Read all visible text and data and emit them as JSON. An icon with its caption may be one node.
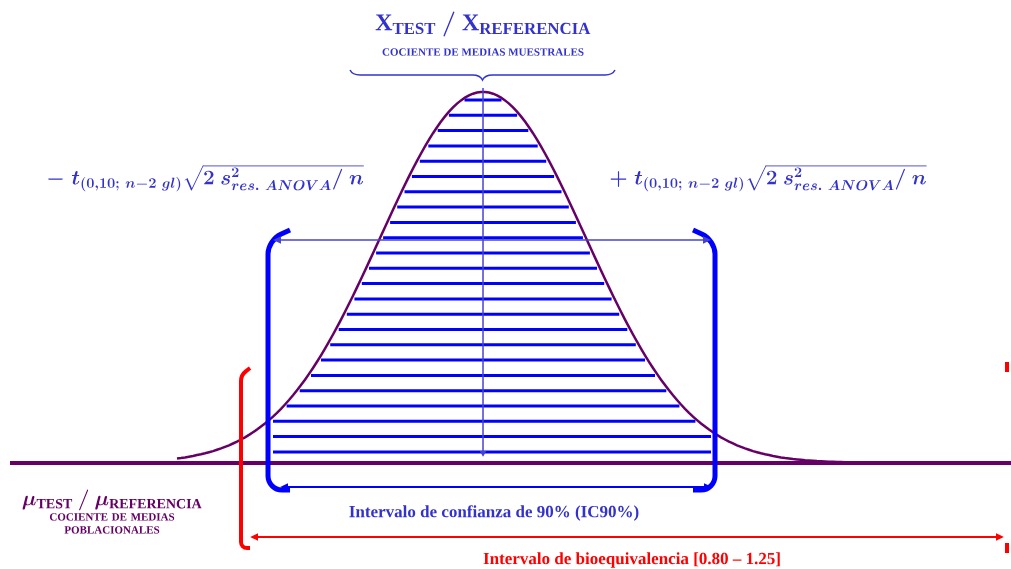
{
  "diagram": {
    "labels": [
      "\\mathrm{X}_{\\mathrm{TEST}}\\ /\\ \\mathrm{X}_{\\mathrm{REFERENCIA}}",
      "COCIENTE DE MEDIAS MUESTRALES",
      "-\\; t_{(0,10;\\ n-2\\ gl)}\\sqrt{2\\ s^{2}_{res.\\ ANOVA}/\\ n}",
      "+\\; t_{(0,10;\\ n-2\\ gl)}\\sqrt{2\\ s^{2}_{res.\\ ANOVA}/\\ n}",
      "\\mu_{\\mathrm{TEST}}\\ /\\ \\mu_{\\mathrm{REFERENCIA}}",
      "COCIENTE DE MEDIAS POBLACIONALES",
      "Intervalo de confianza de 90% (IC90%)",
      "Intervalo de bioequivalencia [0.80 – 1.25]"
    ]
  }
}
